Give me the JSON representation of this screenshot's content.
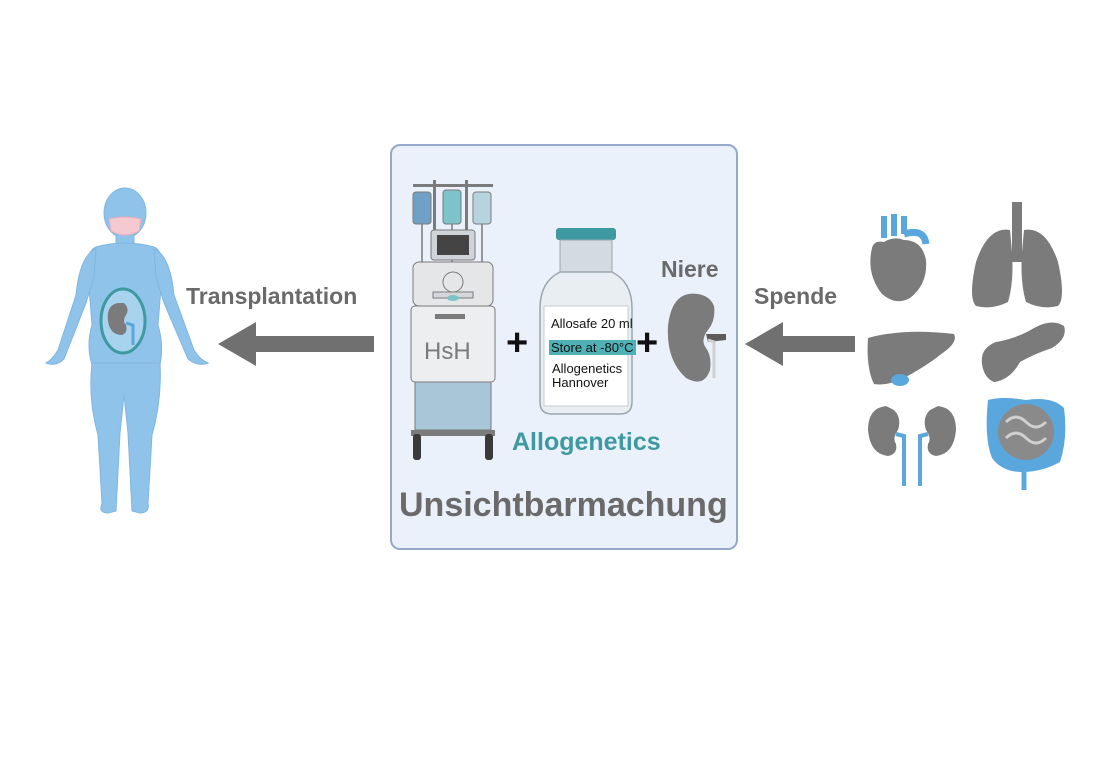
{
  "labels": {
    "transplantation": "Transplantation",
    "spende": "Spende",
    "niere": "Niere",
    "allogenetics": "Allogenetics",
    "title": "Unsichtbarmachung",
    "plus": "+"
  },
  "machine": {
    "label": "HsH"
  },
  "vial": {
    "line1": "Allosafe 20 ml",
    "line2": "Store at -80°C",
    "line3": "Allogenetics",
    "line4": "Hannover"
  },
  "colors": {
    "gray": "#6a6a6a",
    "teal": "#3e9aa0",
    "body_blue": "#8fc3ea",
    "organ_gray": "#7b7b7b",
    "organ_blue": "#5aa7de",
    "box_fill": "#eaf1fb",
    "box_border": "#94aac8"
  },
  "icons": [
    "human-figure-icon",
    "kidney-icon",
    "perfusion-machine-icon",
    "vial-icon",
    "heart-icon",
    "lungs-icon",
    "liver-icon",
    "pancreas-icon",
    "kidneys-icon",
    "intestines-icon",
    "arrow-left-icon"
  ]
}
